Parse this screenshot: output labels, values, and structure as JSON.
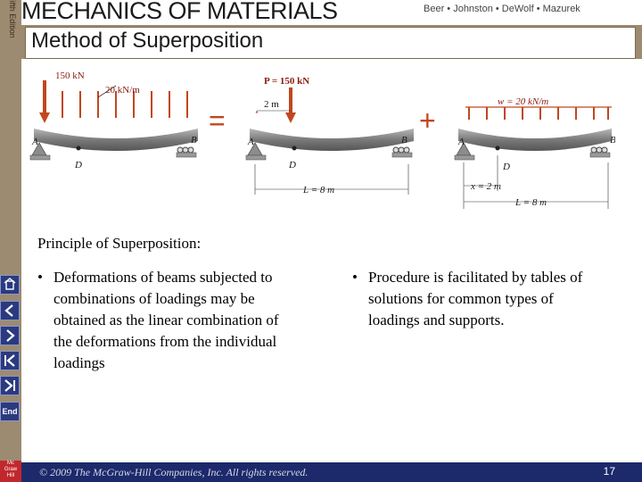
{
  "header": {
    "edition": "Fifth Edition",
    "title": "MECHANICS OF MATERIALS",
    "authors": "Beer • Johnston • DeWolf • Mazurek"
  },
  "slide": {
    "subtitle": "Method of Superposition",
    "principle_heading": "Principle of Superposition:",
    "bullets_left": [
      "Deformations of beams subjected to",
      "combinations of loadings may be",
      "obtained as the linear combination of",
      "the deformations from the individual",
      "loadings"
    ],
    "bullets_right": [
      "Procedure is facilitated by tables of",
      "solutions for common types of",
      "loadings and supports."
    ],
    "bullet_symbol": "•"
  },
  "diagram": {
    "fig1": {
      "point_load": "150 kN",
      "dist_load": "20 kN/m",
      "support_a": "A",
      "support_b": "B",
      "point_d": "D"
    },
    "equals": "=",
    "fig2": {
      "point_load": "P = 150 kN",
      "offset": "2 m",
      "support_a": "A",
      "support_b": "B",
      "point_d": "D",
      "span": "L = 8 m"
    },
    "plus": "+",
    "fig3": {
      "dist_load": "w = 20 kN/m",
      "support_a": "A",
      "support_b": "B",
      "point_d": "D",
      "offset": "x = 2 m",
      "span": "L = 8 m"
    },
    "colors": {
      "load_arrow": "#c0471f",
      "beam": "#7a7a7a",
      "support": "#8c8c8c"
    }
  },
  "footer": {
    "copyright": "© 2009 The McGraw-Hill Companies, Inc. All rights reserved.",
    "page": "17"
  },
  "nav": {
    "home_icon": "home-icon",
    "prev_icon": "prev-slide-icon",
    "next_icon": "next-slide-icon",
    "first_icon": "first-slide-icon",
    "last_icon": "last-slide-icon",
    "end_label": "End",
    "logo": "Mc Graw Hill"
  }
}
